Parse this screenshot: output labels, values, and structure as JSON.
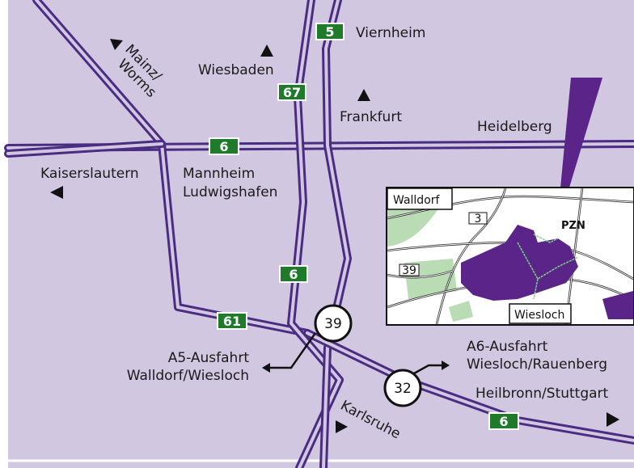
{
  "colors": {
    "background": "#d2c7e0",
    "road": "#4a2c82",
    "shield": "#1f7a2c",
    "pzn": "#5a2489",
    "inset_bg": "#ffffff",
    "inset_green": "#b9dcb4"
  },
  "cities": {
    "viernheim": "Viernheim",
    "mainz_worms_1": "Mainz/",
    "mainz_worms_2": "Worms",
    "wiesbaden": "Wiesbaden",
    "frankfurt": "Frankfurt",
    "heidelberg": "Heidelberg",
    "kaiserslautern": "Kaiserslautern",
    "mannheim": "Mannheim",
    "ludwigshafen": "Ludwigshafen",
    "karlsruhe": "Karlsruhe",
    "heilbronn": "Heilbronn/Stuttgart"
  },
  "routes": {
    "a5_shield_top": "5",
    "a67_shield": "67",
    "a6_shield_mid": "6",
    "a6_shield_center": "6",
    "a61_shield": "61",
    "a6_shield_bottom": "6"
  },
  "exits": {
    "exit_39_number": "39",
    "exit_39_line1": "A5-Ausfahrt",
    "exit_39_line2": "Walldorf/Wiesloch",
    "exit_32_number": "32",
    "exit_32_line1": "A6-Ausfahrt",
    "exit_32_line2": "Wiesloch/Rauenberg"
  },
  "inset": {
    "walldorf": "Walldorf",
    "wiesloch": "Wiesloch",
    "pzn": "PZN",
    "road_3": "3",
    "road_39": "39"
  }
}
